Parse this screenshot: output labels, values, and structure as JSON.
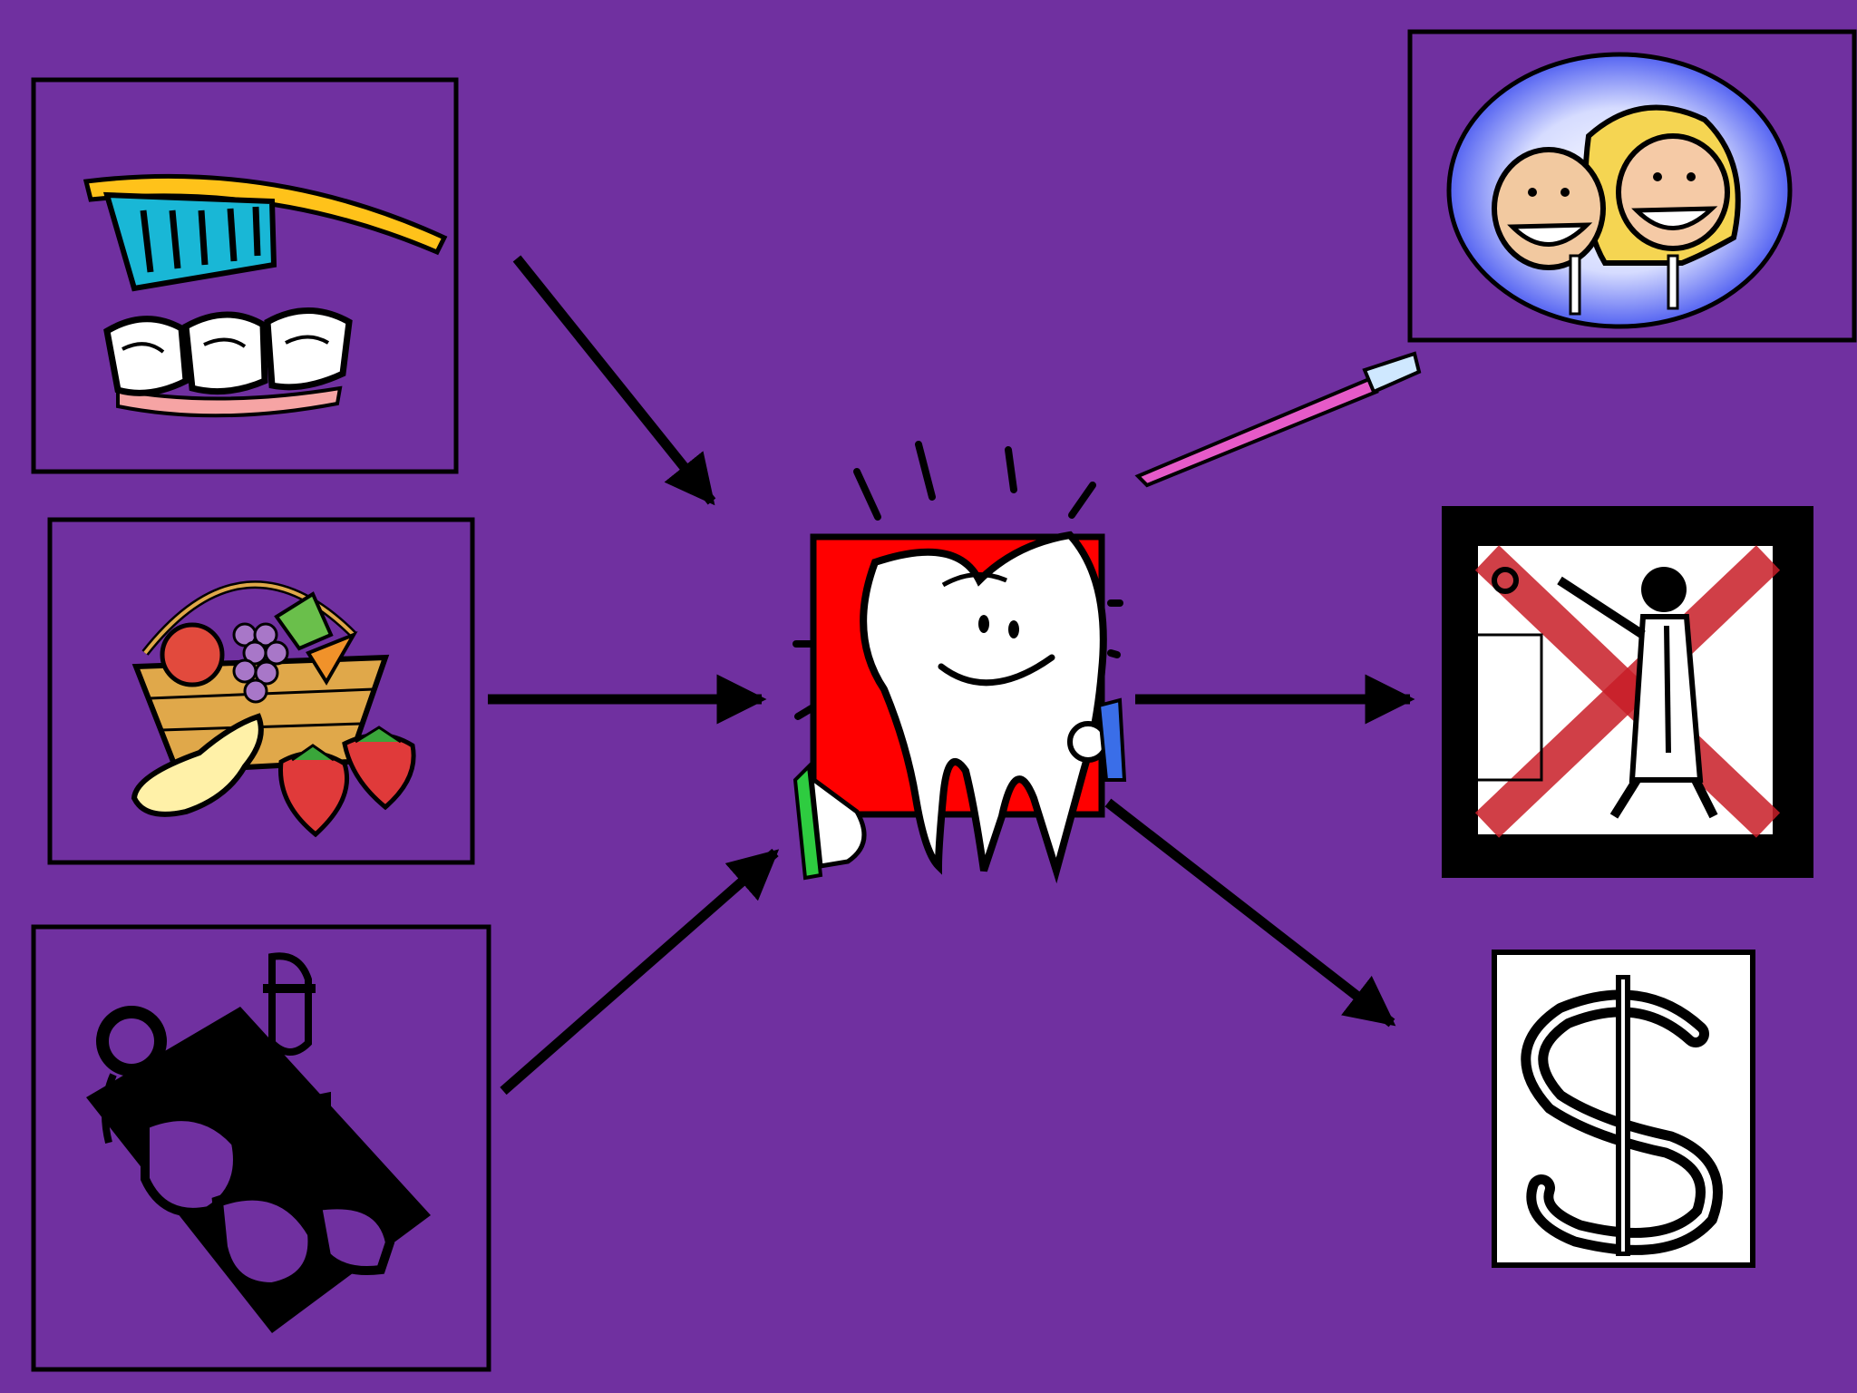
{
  "slide": {
    "background_color": "#7030A0",
    "line_color": "#000000"
  },
  "inputs": [
    {
      "id": "brushing",
      "icon": "toothbrush-and-teeth-icon"
    },
    {
      "id": "healthy-food",
      "icon": "fruit-basket-icon"
    },
    {
      "id": "dental-visit",
      "icon": "dentist-with-patient-icon"
    }
  ],
  "center": {
    "id": "healthy-tooth",
    "icon": "smiling-tooth-icon",
    "panel_color": "#FF0000"
  },
  "outputs": [
    {
      "id": "happy-smiles",
      "icon": "smiling-kids-icon",
      "accent_color": "#3333FF"
    },
    {
      "id": "no-dentist",
      "icon": "crossed-out-dentist-icon",
      "accent_color": "#C81E28"
    },
    {
      "id": "money-saved",
      "icon": "dollar-sign-icon"
    }
  ],
  "decorations": [
    {
      "id": "pink-toothbrush",
      "icon": "toothbrush-icon",
      "color": "#E65AC8"
    }
  ]
}
